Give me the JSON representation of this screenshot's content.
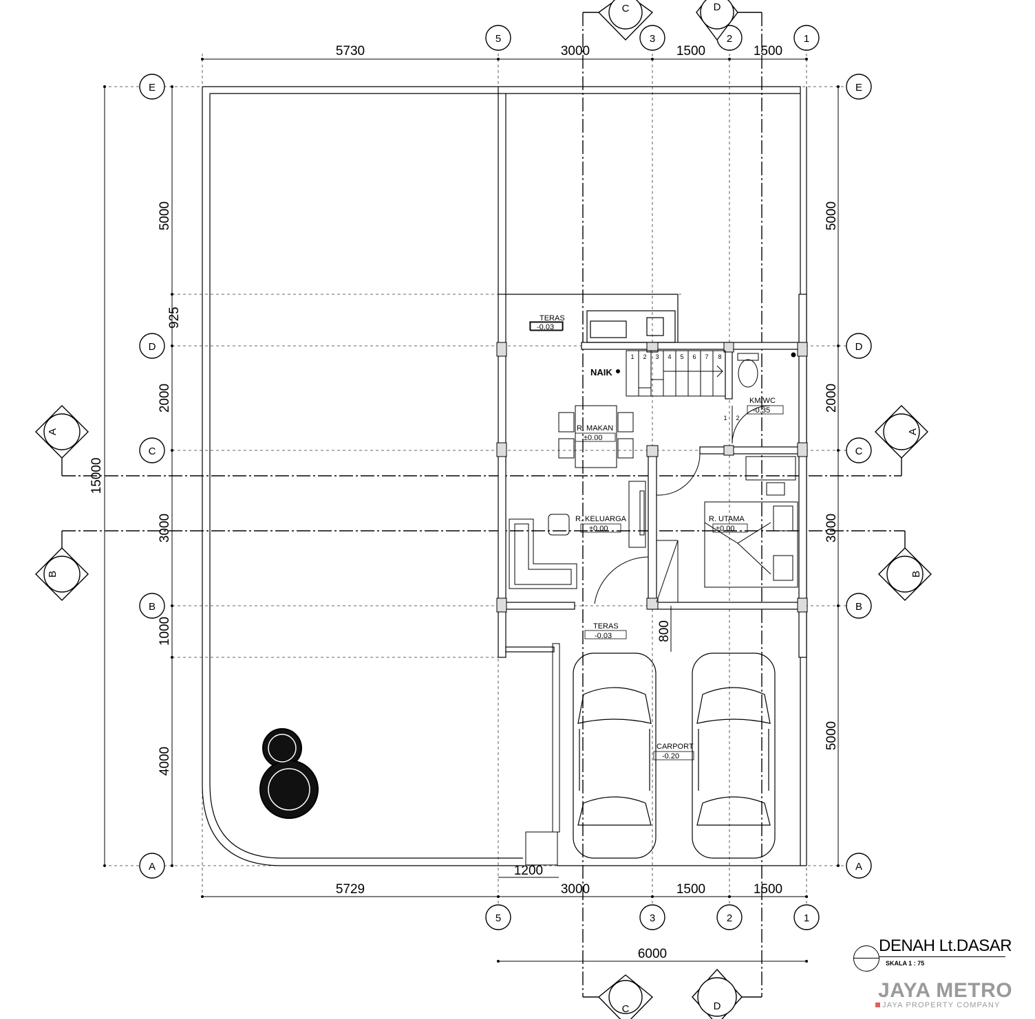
{
  "drawing": {
    "title": "DENAH Lt.DASAR",
    "scale": "SKALA 1 : 75",
    "brand": "JAYA METRO",
    "brand_sub": "JAYA PROPERTY COMPANY"
  },
  "dimensions": {
    "top": [
      "5730",
      "3000",
      "1500",
      "1500"
    ],
    "bottom": [
      "5729",
      "3000",
      "1500",
      "1500"
    ],
    "bottom_extra": "1200",
    "bottom_total": "6000",
    "left_total": "15000",
    "left": [
      "5000",
      "925",
      "2000",
      "3000",
      "1000",
      "4000"
    ],
    "right": [
      "5000",
      "2000",
      "3000",
      "5000"
    ],
    "teras_depth": "800"
  },
  "grid_labels": {
    "cols": [
      "5",
      "3",
      "2",
      "1"
    ],
    "rows": [
      "E",
      "D",
      "C",
      "B",
      "A"
    ],
    "sections": [
      "C",
      "D",
      "A",
      "B"
    ]
  },
  "rooms": {
    "teras_back": {
      "name": "TERAS",
      "level": "-0.03"
    },
    "naik": "NAIK",
    "km_wc": {
      "name": "KM/WC",
      "level": "-0.35"
    },
    "r_makan": {
      "name": "R. MAKAN",
      "level": "±0.00"
    },
    "r_keluarga": {
      "name": "R. KELUARGA",
      "level": "±0.00"
    },
    "r_utama": {
      "name": "R. UTAMA",
      "level": "±0.00"
    },
    "teras_front": {
      "name": "TERAS",
      "level": "-0.03"
    },
    "carport": {
      "name": "CARPORT",
      "level": "-0.20"
    },
    "stair_steps": [
      "1",
      "2",
      "3",
      "4",
      "5",
      "6",
      "7",
      "8"
    ],
    "wc_steps": [
      "1",
      "2"
    ]
  }
}
